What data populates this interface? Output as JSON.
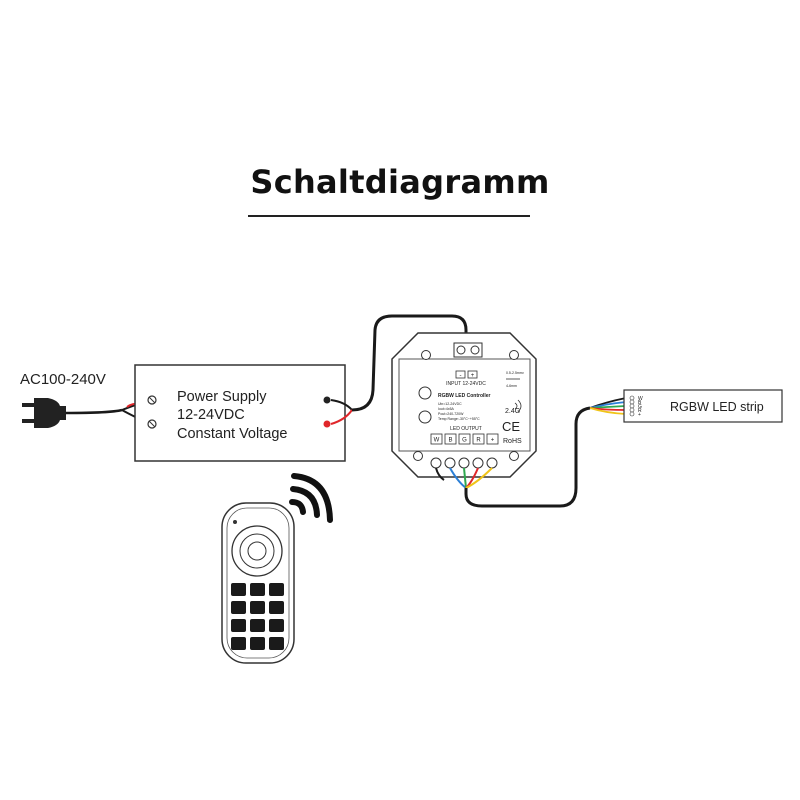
{
  "title": "Schaltdiagramm",
  "ac_input": "AC100-240V",
  "power_supply": {
    "line1": "Power Supply",
    "line2": "12-24VDC",
    "line3": "Constant Voltage"
  },
  "controller": {
    "input_label": "INPUT 12-24VDC",
    "input_minus": "-",
    "input_plus": "+",
    "wire_spec_1": "0.5-2.5mm²",
    "wire_spec_2": "4-6mm",
    "name": "RGBW LED Controller",
    "specs": [
      "Uin=12-24VDC",
      "Iout=4x5A",
      "Pout=240-720W",
      "Temp Range:-30°C~+55°C"
    ],
    "frequency": "2.4G",
    "ce": "CE",
    "rohs": "RoHS",
    "output_label": "LED OUTPUT",
    "terminals": [
      "W",
      "B",
      "G",
      "R",
      "+"
    ]
  },
  "led_strip": {
    "label": "RGBW LED strip",
    "pins": [
      "W",
      "B",
      "G",
      "R",
      "+"
    ]
  },
  "colors": {
    "wire": "#1a1a1a",
    "red_wire": "#e0262a",
    "green_wire": "#2fa84f",
    "blue_wire": "#2b7fd6",
    "yellow_wire": "#f0c419",
    "outline": "#333333"
  }
}
